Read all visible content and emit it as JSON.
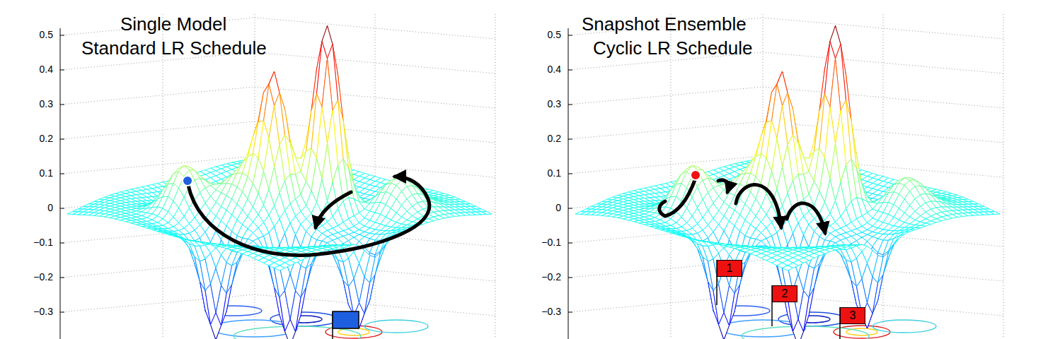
{
  "diagram": {
    "nodes": [
      {
        "text": [
          "1"
        ]
      },
      {
        "text": [
          "2"
        ]
      },
      {
        "text": [
          "3"
        ]
      }
    ],
    "labels": [
      "Single Model",
      "Standard LR Schedule",
      "Snapshot Ensemble",
      "Cyclic LR Schedule",
      "0.5",
      "0.4",
      "0.3",
      "0.2",
      "0.1",
      "0",
      "−0.1",
      "−0.2",
      "−0.3",
      "0.5",
      "0.4",
      "0.3",
      "0.2",
      "0.1",
      "0",
      "−0.1",
      "−0.2",
      "−0.3"
    ]
  }
}
